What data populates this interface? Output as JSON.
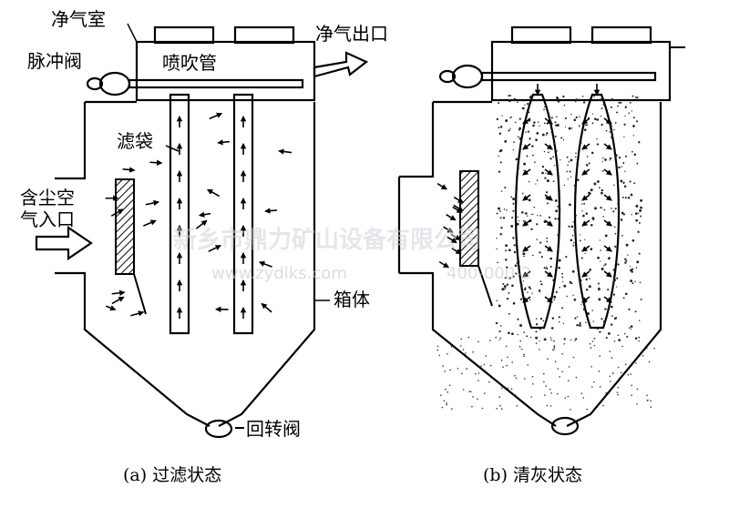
{
  "labels": {
    "clean_chamber": "净气室",
    "blow_pipe": "喷吹管",
    "clean_air_outlet": "净气出口",
    "pulse_valve": "脉冲阀",
    "filter_bag": "滤袋",
    "dusty_air_inlet_line1": "含尘空",
    "dusty_air_inlet_line2": "气入口",
    "housing": "箱体",
    "rotary_valve": "回转阀"
  },
  "captions": {
    "left": "(a)  过滤状态",
    "right": "(b)  清灰状态"
  },
  "watermark": {
    "company": "新乡市鼎力矿山设备有限公司",
    "url": "www.zydlks.com",
    "phone": "400-000-2"
  }
}
